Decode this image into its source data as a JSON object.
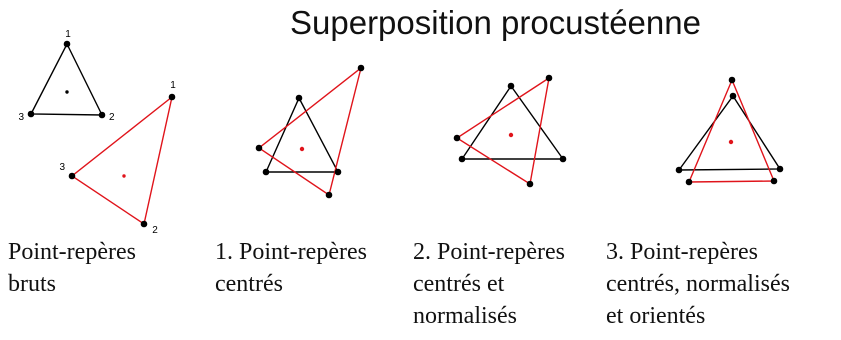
{
  "title": "Superposition procustéenne",
  "colors": {
    "reference": "#000000",
    "target": "#e0141b",
    "point": "#000000"
  },
  "panels": [
    {
      "id": "raw",
      "caption": [
        "Point-repères",
        "bruts"
      ],
      "labels": [
        "1",
        "2",
        "3"
      ]
    },
    {
      "id": "centered",
      "caption": [
        "1. Point-repères",
        "centrés"
      ]
    },
    {
      "id": "normalized",
      "caption": [
        "2. Point-repères",
        "centrés et",
        "normalisés"
      ]
    },
    {
      "id": "oriented",
      "caption": [
        "3. Point-repères",
        "centrés, normalisés",
        "et orientés"
      ]
    }
  ]
}
